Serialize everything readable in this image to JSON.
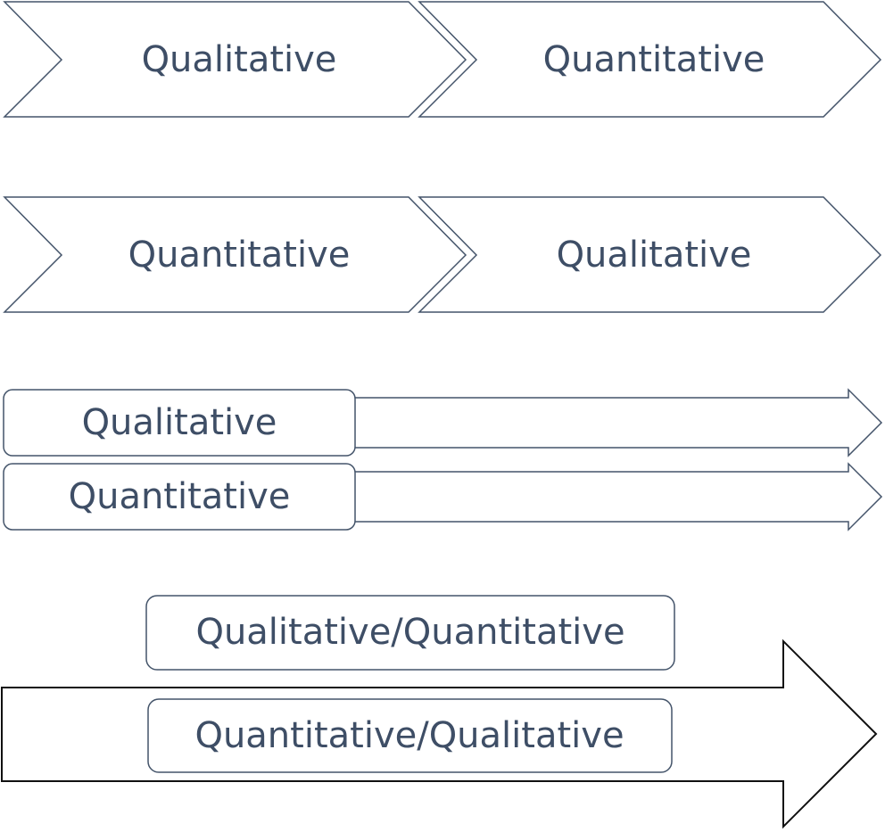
{
  "row1": {
    "first_label": "Qualitative",
    "second_label": "Quantitative"
  },
  "row2": {
    "first_label": "Quantitative",
    "second_label": "Qualitative"
  },
  "row3": {
    "top_label": "Qualitative",
    "bottom_label": "Quantitative"
  },
  "row4": {
    "top_label": "Qualitative/Quantitative",
    "bottom_label": "Quantitative/Qualitative"
  },
  "colors": {
    "stroke": "#44546a",
    "text": "#3e4e66",
    "big_arrow_stroke": "#111111"
  }
}
